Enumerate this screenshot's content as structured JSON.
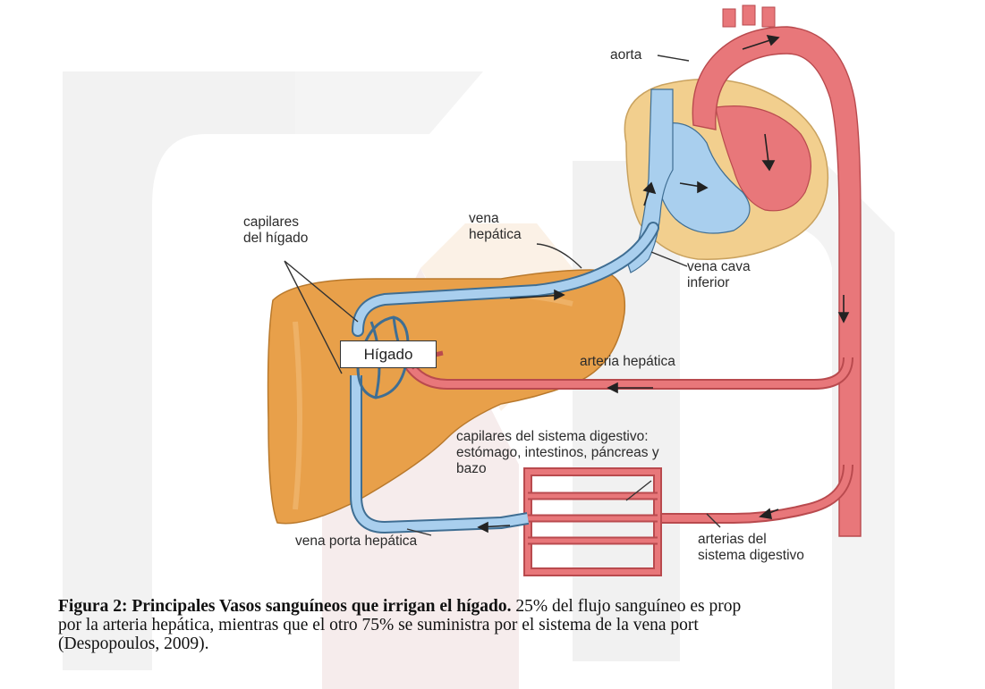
{
  "labels": {
    "aorta": "aorta",
    "vena_hepatica": [
      "vena",
      "hepática"
    ],
    "capilares_higado": [
      "capilares",
      "del hígado"
    ],
    "vena_cava": [
      "vena cava",
      "inferior"
    ],
    "higado": "Hígado",
    "arteria_hepatica": "arteria hepática",
    "capilares_digestivo": [
      "capilares del sistema digestivo:",
      "estómago, intestinos, páncreas y",
      "bazo"
    ],
    "vena_porta": "vena porta hepática",
    "arterias_digestivo": [
      "arterias del",
      "sistema digestivo"
    ]
  },
  "caption": {
    "bold": "Figura 2: Principales Vasos sanguíneos que irrigan el hígado.",
    "line1_rest": " 25% del flujo sanguíneo es prop",
    "line2": "por la arteria hepática, mientras que el otro 75% se suministra por el sistema de la vena port",
    "line3": "(Despopoulos, 2009)."
  },
  "colors": {
    "artery": "#e8777a",
    "artery_dark": "#b94a4e",
    "vein": "#a9cfee",
    "vein_dark": "#3f6e93",
    "liver": "#e8a04a",
    "heart_outer": "#f2cf8e"
  }
}
